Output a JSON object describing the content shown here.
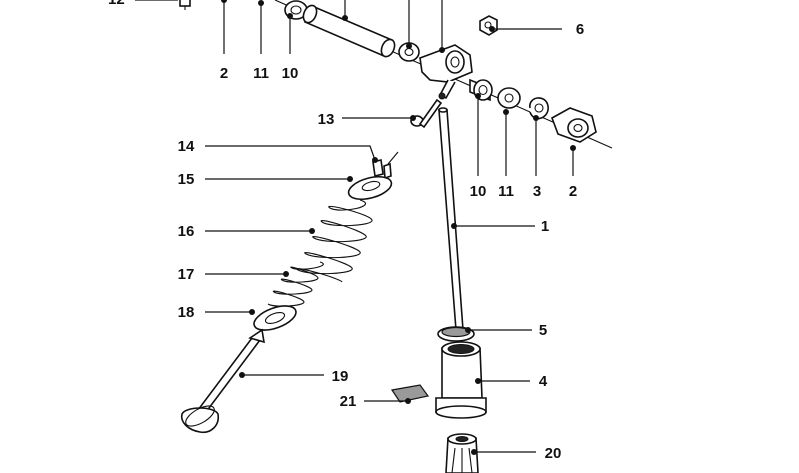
{
  "diagram": {
    "callouts": [
      {
        "id": "c12",
        "label": "12"
      },
      {
        "id": "c2a",
        "label": "2"
      },
      {
        "id": "c11a",
        "label": "11"
      },
      {
        "id": "c10a",
        "label": "10"
      },
      {
        "id": "c6",
        "label": "6"
      },
      {
        "id": "c13",
        "label": "13"
      },
      {
        "id": "c10b",
        "label": "10"
      },
      {
        "id": "c11b",
        "label": "11"
      },
      {
        "id": "c3",
        "label": "3"
      },
      {
        "id": "c2b",
        "label": "2"
      },
      {
        "id": "c14",
        "label": "14"
      },
      {
        "id": "c15",
        "label": "15"
      },
      {
        "id": "c16",
        "label": "16"
      },
      {
        "id": "c1",
        "label": "1"
      },
      {
        "id": "c17",
        "label": "17"
      },
      {
        "id": "c18",
        "label": "18"
      },
      {
        "id": "c5",
        "label": "5"
      },
      {
        "id": "c19",
        "label": "19"
      },
      {
        "id": "c4",
        "label": "4"
      },
      {
        "id": "c21",
        "label": "21"
      },
      {
        "id": "c20",
        "label": "20"
      }
    ]
  }
}
